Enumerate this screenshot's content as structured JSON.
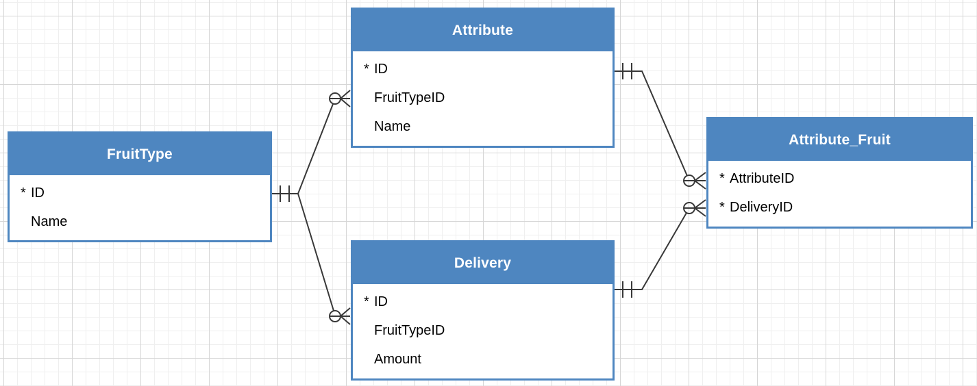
{
  "diagram": {
    "type": "entity-relationship-diagram",
    "tables": [
      {
        "name": "FruitType",
        "columns": [
          {
            "name": "ID",
            "key_marker": "*",
            "primary_key": true
          },
          {
            "name": "Name",
            "key_marker": "",
            "primary_key": false
          }
        ]
      },
      {
        "name": "Attribute",
        "columns": [
          {
            "name": "ID",
            "key_marker": "*",
            "primary_key": true
          },
          {
            "name": "FruitTypeID",
            "key_marker": "",
            "primary_key": false
          },
          {
            "name": "Name",
            "key_marker": "",
            "primary_key": false
          }
        ]
      },
      {
        "name": "Delivery",
        "columns": [
          {
            "name": "ID",
            "key_marker": "*",
            "primary_key": true
          },
          {
            "name": "FruitTypeID",
            "key_marker": "",
            "primary_key": false
          },
          {
            "name": "Amount",
            "key_marker": "",
            "primary_key": false
          }
        ]
      },
      {
        "name": "Attribute_Fruit",
        "columns": [
          {
            "name": "AttributeID",
            "key_marker": "*",
            "primary_key": true
          },
          {
            "name": "DeliveryID",
            "key_marker": "*",
            "primary_key": true
          }
        ]
      }
    ],
    "relationships": [
      {
        "from_table": "FruitType",
        "to_table": "Attribute",
        "from_cardinality": "one-and-only-one",
        "to_cardinality": "zero-or-many"
      },
      {
        "from_table": "FruitType",
        "to_table": "Delivery",
        "from_cardinality": "one-and-only-one",
        "to_cardinality": "zero-or-many"
      },
      {
        "from_table": "Attribute",
        "to_table": "Attribute_Fruit",
        "from_cardinality": "one-and-only-one",
        "to_cardinality": "zero-or-many"
      },
      {
        "from_table": "Delivery",
        "to_table": "Attribute_Fruit",
        "from_cardinality": "one-and-only-one",
        "to_cardinality": "zero-or-many"
      }
    ],
    "colors": {
      "header_bg": "#4e86c0",
      "header_text": "#ffffff",
      "border": "#4e86c0",
      "field_text": "#000000",
      "line": "#383838",
      "grid_minor": "#efefef",
      "grid_major": "#d6d6d6"
    }
  }
}
